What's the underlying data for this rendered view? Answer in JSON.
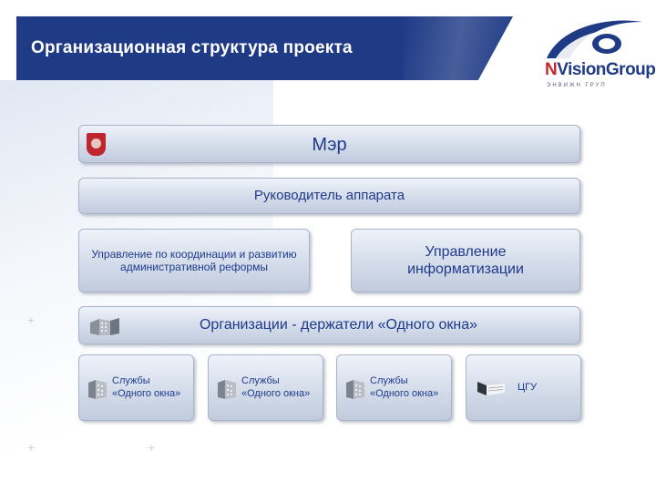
{
  "header": {
    "title": "Организационная структура проекта",
    "bg_color": "#1f3b86"
  },
  "logo": {
    "name_prefix": "N",
    "name_main": "Vision",
    "name_suffix": "Group",
    "subtitle": "ЭНВИЖН ГРУП"
  },
  "org_chart": {
    "mayor": "Мэр",
    "head": "Руководитель аппарата",
    "coordination": "Управление по координации и развитию административной реформы",
    "informatization": "Управление информатизации",
    "organizations": "Организации - держатели «Одного окна»",
    "services": [
      {
        "line1": "Службы",
        "line2": "«Одного окна»"
      },
      {
        "line1": "Службы",
        "line2": "«Одного окна»"
      },
      {
        "line1": "Службы",
        "line2": "«Одного окна»"
      }
    ],
    "cgu": "ЦГУ"
  },
  "colors": {
    "accent_red": "#c0262d",
    "text_blue": "#1f3a8a"
  },
  "icons": [
    "moscow-coat-of-arms-icon",
    "office-buildings-icon",
    "building-icon",
    "server-rack-icon"
  ]
}
